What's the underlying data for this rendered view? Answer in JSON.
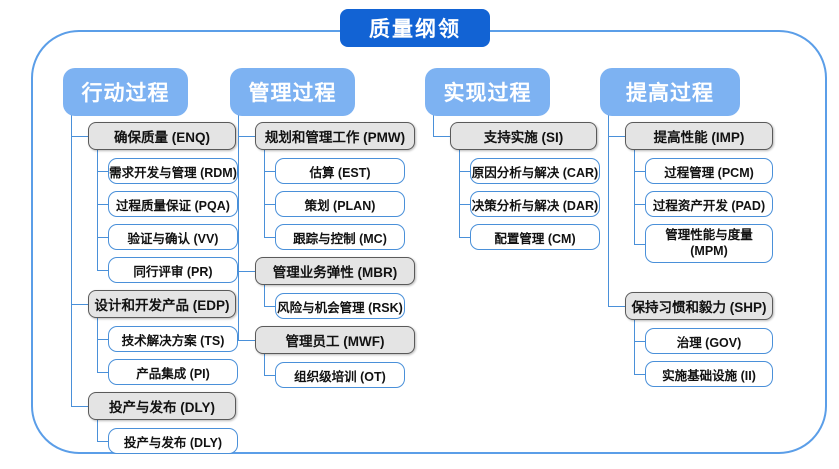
{
  "title": "质量纲领",
  "colors": {
    "title_bg": "#1263d4",
    "header_bg": "#7db2f2",
    "connector": "#4a90d9",
    "frame_border": "#5b9ee8",
    "gray_node_bg": "#e4e4e4",
    "gray_node_border": "#5a5a5a",
    "white_node_border": "#4a90d9",
    "node_text": "#111111",
    "header_text": "#ffffff"
  },
  "columns": [
    {
      "header": "行动过程",
      "groups": [
        {
          "label": "确保质量 (ENQ)",
          "children": [
            "需求开发与管理 (RDM)",
            "过程质量保证 (PQA)",
            "验证与确认 (VV)",
            "同行评审 (PR)"
          ]
        },
        {
          "label": "设计和开发产品 (EDP)",
          "children": [
            "技术解决方案 (TS)",
            "产品集成 (PI)"
          ]
        },
        {
          "label": "投产与发布 (DLY)",
          "children": [
            "投产与发布 (DLY)"
          ]
        }
      ]
    },
    {
      "header": "管理过程",
      "groups": [
        {
          "label": "规划和管理工作 (PMW)",
          "children": [
            "估算 (EST)",
            "策划 (PLAN)",
            "跟踪与控制 (MC)"
          ]
        },
        {
          "label": "管理业务弹性 (MBR)",
          "children": [
            "风险与机会管理 (RSK)"
          ]
        },
        {
          "label": "管理员工 (MWF)",
          "children": [
            "组织级培训 (OT)"
          ]
        }
      ]
    },
    {
      "header": "实现过程",
      "groups": [
        {
          "label": "支持实施 (SI)",
          "children": [
            "原因分析与解决 (CAR)",
            "决策分析与解决 (DAR)",
            "配置管理 (CM)"
          ]
        }
      ]
    },
    {
      "header": "提高过程",
      "groups": [
        {
          "label": "提高性能 (IMP)",
          "children": [
            "过程管理 (PCM)",
            "过程资产开发 (PAD)",
            "管理性能与度量 (MPM)"
          ]
        },
        {
          "label": "保持习惯和毅力 (SHP)",
          "children": [
            "治理 (GOV)",
            "实施基础设施 (II)"
          ]
        }
      ]
    }
  ]
}
